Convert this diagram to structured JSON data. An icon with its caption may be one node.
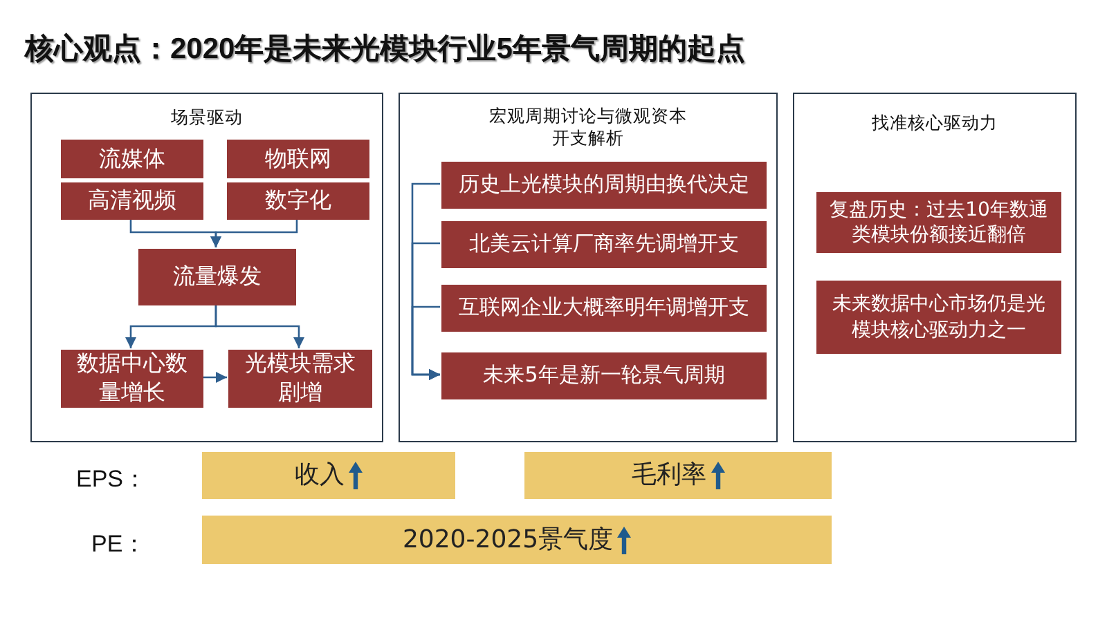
{
  "diagram": {
    "title": "核心观点：2020年是未来光模块行业5年景气周期的起点",
    "nodes": [
      {
        "text": [
          "场景驱动"
        ]
      },
      {
        "text": [
          "流媒体"
        ],
        "in": 0
      },
      {
        "text": [
          "物联网"
        ],
        "in": 0
      },
      {
        "text": [
          "高清视频"
        ],
        "in": 0
      },
      {
        "text": [
          "数字化"
        ],
        "in": 0
      },
      {
        "text": [
          "流量爆发"
        ],
        "in": 0
      },
      {
        "text": [
          "数据中心数量增长"
        ],
        "in": 0
      },
      {
        "text": [
          "光模块需求剧增"
        ],
        "in": 0
      },
      {
        "text": [
          "宏观周期讨论与微观资本开支解析"
        ]
      },
      {
        "text": [
          "历史上光模块的周期由换代决定"
        ],
        "in": 8
      },
      {
        "text": [
          "北美云计算厂商率先调增开支"
        ],
        "in": 8
      },
      {
        "text": [
          "互联网企业大概率明年调增开支"
        ],
        "in": 8
      },
      {
        "text": [
          "未来5年是新一轮景气周期"
        ],
        "in": 8
      },
      {
        "text": [
          "找准核心驱动力"
        ]
      },
      {
        "text": [
          "复盘历史：过去10年数通类模块份额接近翻倍"
        ],
        "in": 13
      },
      {
        "text": [
          "未来数据中心市场仍是光模块核心驱动力之一"
        ],
        "in": 13
      },
      {
        "text": [
          "收入"
        ]
      },
      {
        "text": [
          "毛利率"
        ]
      },
      {
        "text": [
          "2020-2025景气度"
        ]
      }
    ],
    "edges": [
      {
        "from": 3,
        "to": 5,
        "arrow": "to"
      },
      {
        "from": 4,
        "to": 5,
        "arrow": "to"
      },
      {
        "from": 5,
        "to": 6,
        "arrow": "to"
      },
      {
        "from": 5,
        "to": 7,
        "arrow": "to"
      },
      {
        "from": 6,
        "to": 7,
        "arrow": "to"
      },
      {
        "from": 9,
        "to": 12,
        "arrow": "to"
      },
      {
        "from": 10,
        "to": 12,
        "arrow": "to"
      },
      {
        "from": 11,
        "to": 12,
        "arrow": "to"
      }
    ],
    "labels": [
      "EPS：",
      "PE："
    ]
  }
}
